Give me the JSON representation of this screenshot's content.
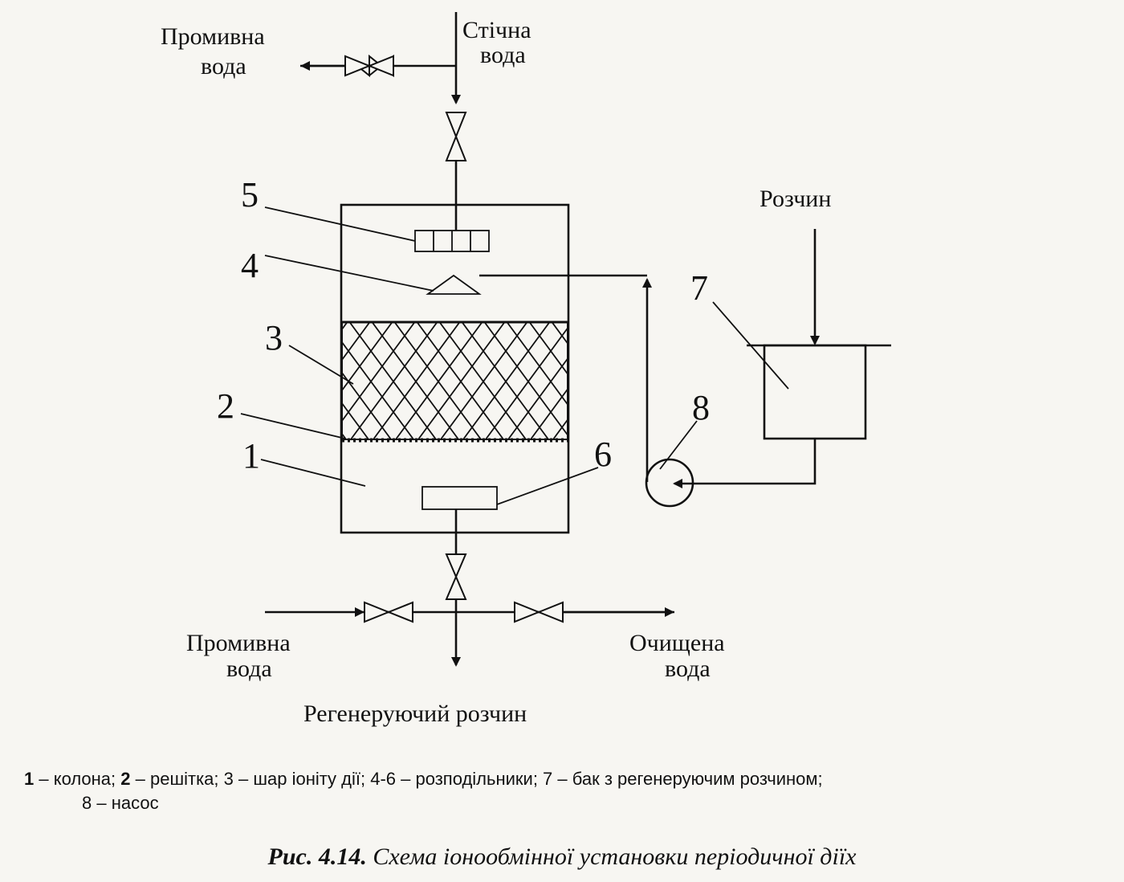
{
  "labels": {
    "rinse_water_top_1": "Промивна",
    "rinse_water_top_2": "вода",
    "waste_water_1": "Стічна",
    "waste_water_2": "вода",
    "solution": "Розчин",
    "rinse_water_bottom_1": "Промивна",
    "rinse_water_bottom_2": "вода",
    "purified_water_1": "Очищена",
    "purified_water_2": "вода",
    "regen_solution": "Регенеруючий розчин"
  },
  "numbers": {
    "n1": "1",
    "n2": "2",
    "n3": "3",
    "n4": "4",
    "n5": "5",
    "n6": "6",
    "n7": "7",
    "n8": "8"
  },
  "legend": {
    "k1": "1",
    "t1": " – колона; ",
    "k2": "2",
    "t2": "– решітка; 3 – шар іоніту дії; 4-6 – розподільники; 7 – бак з регенеруючим розчином;",
    "t3": "8 – насос"
  },
  "caption": {
    "number": "Рис. 4.14.",
    "text": " Схема іонообмінної установки періодичної діїх"
  },
  "colors": {
    "ink": "#111111",
    "paper": "#f7f6f2"
  }
}
